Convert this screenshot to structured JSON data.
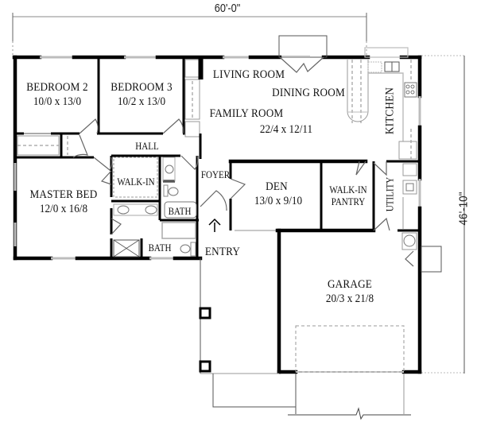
{
  "dimensions": {
    "width_label": "60'-0\"",
    "depth_label": "46'-10\""
  },
  "rooms": {
    "bedroom2": {
      "name": "BEDROOM 2",
      "size": "10/0 x 13/0"
    },
    "bedroom3": {
      "name": "BEDROOM 3",
      "size": "10/2 x 13/0"
    },
    "living": {
      "name": "LIVING ROOM"
    },
    "dining": {
      "name": "DINING ROOM"
    },
    "family": {
      "name": "FAMILY ROOM",
      "size": "22/4 x 12/11"
    },
    "kitchen": {
      "name": "KITCHEN"
    },
    "hall": {
      "name": "HALL"
    },
    "master": {
      "name": "MASTER BED",
      "size": "12/0 x 16/8"
    },
    "walkin": {
      "name": "WALK-IN"
    },
    "bath_small": {
      "name": "BATH"
    },
    "bath_master": {
      "name": "BATH"
    },
    "foyer": {
      "name": "FOYER"
    },
    "entry": {
      "name": "ENTRY"
    },
    "den": {
      "name": "DEN",
      "size": "13/0 x 9/10"
    },
    "pantry": {
      "name_line1": "WALK-IN",
      "name_line2": "PANTRY"
    },
    "utility": {
      "name": "UTILITY"
    },
    "garage": {
      "name": "GARAGE",
      "size": "20/3 x 21/8"
    }
  }
}
